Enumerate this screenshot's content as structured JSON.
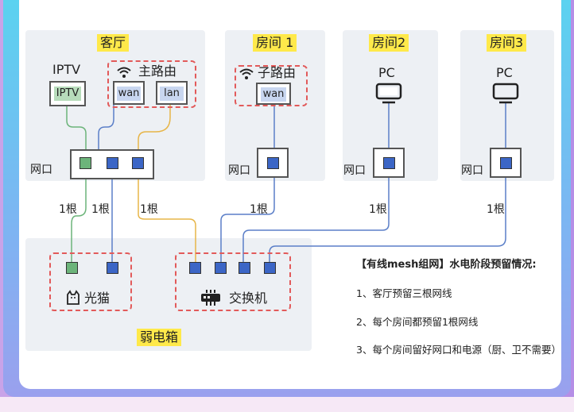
{
  "rooms": {
    "living": "客厅",
    "room1": "房间 1",
    "room2": "房间2",
    "room3": "房间3"
  },
  "devices": {
    "iptv_title": "IPTV",
    "iptv_port": "IPTV",
    "main_router": "主路由",
    "wan": "wan",
    "lan": "lan",
    "sub_router": "子路由",
    "sub_wan": "wan",
    "pc": "PC",
    "wall_port": "网口",
    "modem": "光猫",
    "switch": "交换机"
  },
  "cables": {
    "one": "1根"
  },
  "box_label": "弱电箱",
  "notes": {
    "title": "【有线mesh组网】水电阶段预留情况:",
    "items": [
      "1、客厅预留三根网线",
      "2、每个房间都预留1根网线",
      "3、每个房间留好网口和电源（厨、卫不需要）"
    ]
  },
  "colors": {
    "green_cable": "#6cb47a",
    "blue_cable": "#5b7fc8",
    "yellow_cable": "#e7b548",
    "dash": "#e25a5a",
    "highlight": "#ffe94a"
  }
}
